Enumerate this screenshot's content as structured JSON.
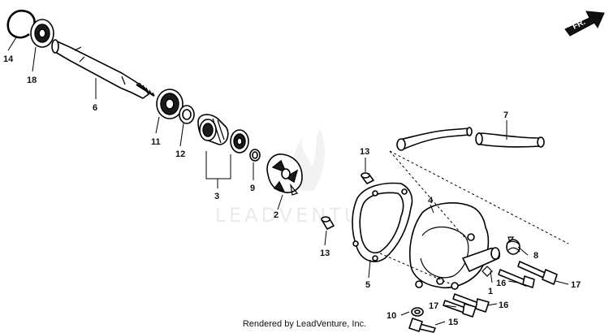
{
  "watermark": {
    "text": "LEADVENTURE"
  },
  "direction_marker": {
    "label": "FR."
  },
  "footer": {
    "text": "Rendered by LeadVenture, Inc."
  },
  "callouts": {
    "c14": "14",
    "c18": "18",
    "c6": "6",
    "c11": "11",
    "c12": "12",
    "c3": "3",
    "c9": "9",
    "c2": "2",
    "c13a": "13",
    "c13b": "13",
    "c5": "5",
    "c4": "4",
    "c7": "7",
    "c8": "8",
    "c1": "1",
    "c16a": "16",
    "c17a": "17",
    "c16b": "16",
    "c17b": "17",
    "c10": "10",
    "c15": "15"
  }
}
